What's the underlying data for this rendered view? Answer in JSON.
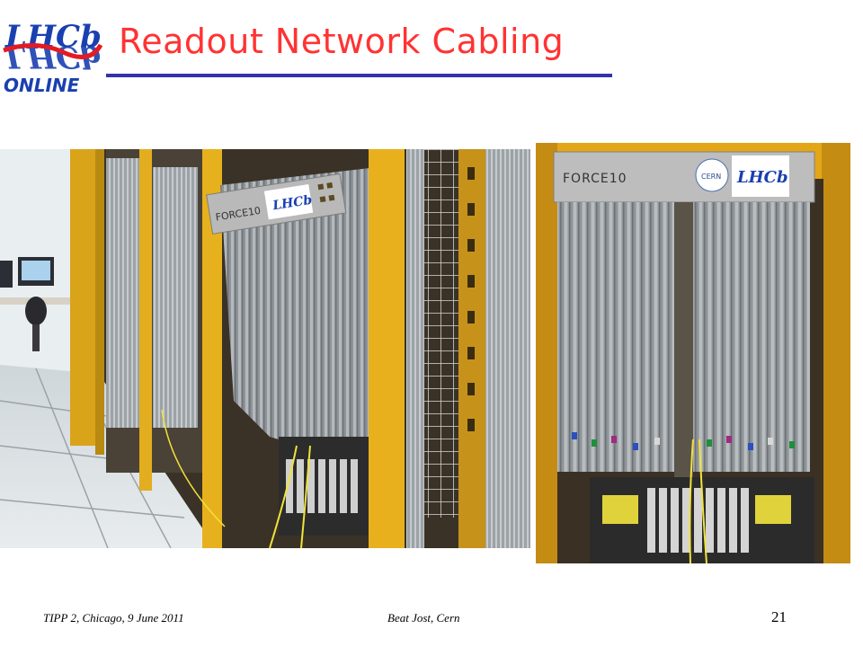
{
  "slide": {
    "title": "Readout Network Cabling",
    "logo": {
      "top_text": "LHCb",
      "bottom_text": "ONLINE"
    },
    "photos": {
      "left": {
        "plate_brand": "FORCE10",
        "plate_logo": "LHCb"
      },
      "right": {
        "plate_brand": "FORCE10",
        "plate_logo": "LHCb",
        "plate_logo_2": "CERN"
      }
    },
    "footer": {
      "event": "TIPP 2, Chicago, 9 June 2011",
      "author": "Beat Jost, Cern",
      "page_number": "21"
    }
  },
  "colors": {
    "title": "#ff3333",
    "rule": "#3333aa",
    "logo_blue": "#1a3fb0",
    "rack_yellow": "#e9b21c",
    "cable_gray": "#9aa0a4"
  }
}
